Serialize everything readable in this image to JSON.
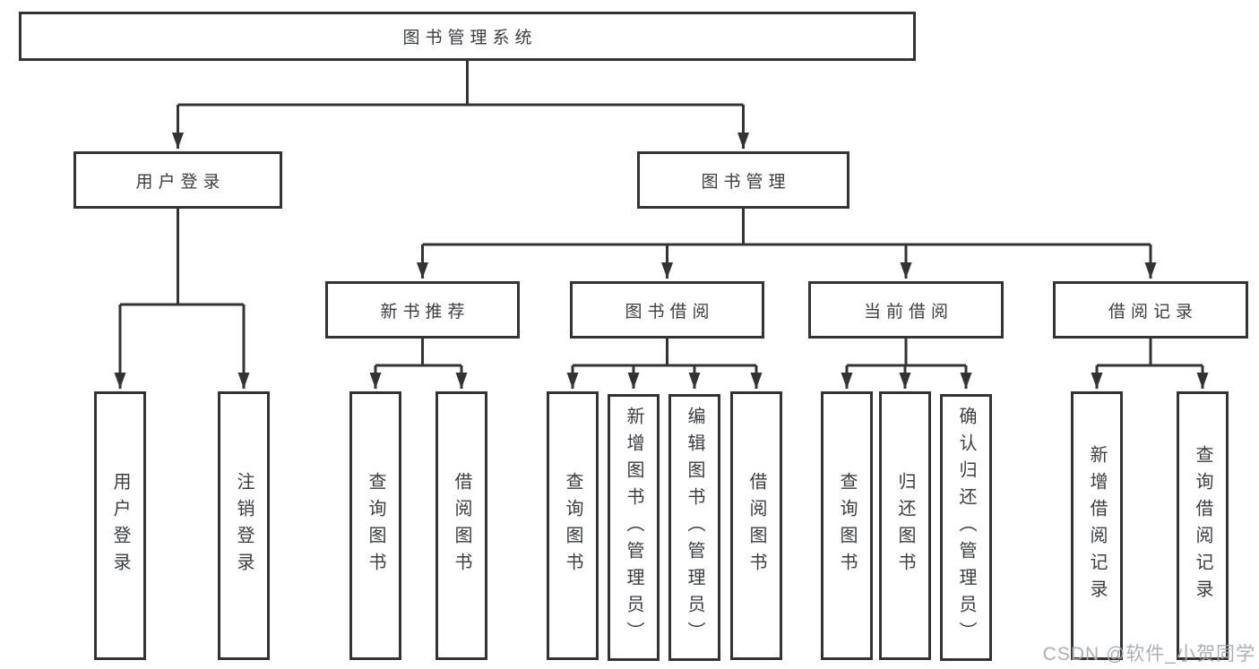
{
  "diagram": {
    "root": {
      "label": "图书管理系统"
    },
    "branches": {
      "user_login": {
        "label": "用户登录"
      },
      "book_management": {
        "label": "图书管理"
      }
    },
    "modules": {
      "new_book_recommend": {
        "label": "新书推荐"
      },
      "book_borrowing": {
        "label": "图书借阅"
      },
      "current_borrowing": {
        "label": "当前借阅"
      },
      "borrow_records": {
        "label": "借阅记录"
      }
    },
    "functions": {
      "user_login": {
        "label": "用户登录"
      },
      "logout": {
        "label": "注销登录"
      },
      "newbook_query_books": {
        "label": "查询图书"
      },
      "newbook_borrow_books": {
        "label": "借阅图书"
      },
      "borrow_query_books": {
        "label": "查询图书"
      },
      "borrow_add_books_admin": {
        "label": "新增图书（管理员）"
      },
      "borrow_edit_books_admin": {
        "label": "编辑图书（管理员）"
      },
      "borrow_borrow_books": {
        "label": "借阅图书"
      },
      "current_query_books": {
        "label": "查询图书"
      },
      "current_return_books": {
        "label": "归还图书"
      },
      "current_confirm_return_admin": {
        "label": "确认归还（管理员）"
      },
      "records_add_record": {
        "label": "新增借阅记录"
      },
      "records_query_record": {
        "label": "查询借阅记录"
      }
    },
    "colors": {
      "line": "#333333",
      "text": "#3a3d43",
      "watermark": "#a5abb3"
    }
  },
  "watermark": {
    "text": "CSDN @软件_小贺同学"
  }
}
